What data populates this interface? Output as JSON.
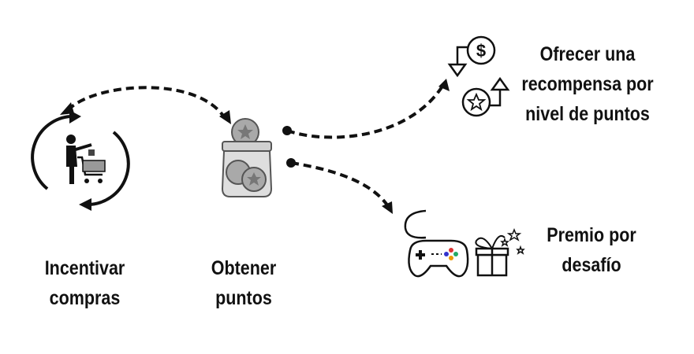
{
  "nodes": {
    "incentivar": {
      "line1": "Incentivar",
      "line2": "compras",
      "icon": "shopping-cycle-icon"
    },
    "obtener": {
      "line1": "Obtener",
      "line2": "puntos",
      "icon": "coin-jar-icon"
    },
    "ofrecer": {
      "line1": "Ofrecer una",
      "line2": "recompensa por",
      "line3": "nivel de puntos",
      "icon": "dollar-star-exchange-icon"
    },
    "premio": {
      "line1": "Premio por",
      "line2": "desafío",
      "icon": "gamepad-gift-icon"
    }
  },
  "colors": {
    "text": "#111111",
    "icon_gray": "#9a9a9a",
    "arrow": "#111111"
  }
}
